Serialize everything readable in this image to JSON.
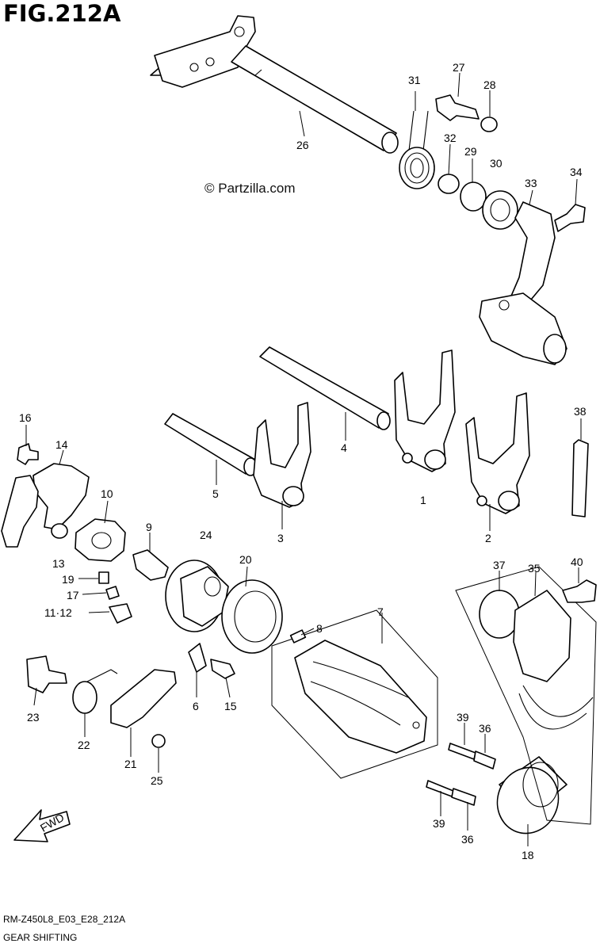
{
  "figure": {
    "title": "FIG.212A",
    "watermark": "© Partzilla.com",
    "model_code": "RM-Z450L8_E03_E28_212A",
    "description": "GEAR SHIFTING",
    "fwd_label": "FWD"
  },
  "callouts": {
    "c1": "1",
    "c2": "2",
    "c3": "3",
    "c4": "4",
    "c5": "5",
    "c6": "6",
    "c7": "7",
    "c8": "8",
    "c9": "9",
    "c10": "10",
    "c11_12": "11·12",
    "c13": "13",
    "c14": "14",
    "c15": "15",
    "c16": "16",
    "c17": "17",
    "c18": "18",
    "c19": "19",
    "c20": "20",
    "c21": "21",
    "c22": "22",
    "c23": "23",
    "c24": "24",
    "c25": "25",
    "c26": "26",
    "c27": "27",
    "c28": "28",
    "c29": "29",
    "c30": "30",
    "c31": "31",
    "c32": "32",
    "c33": "33",
    "c34": "34",
    "c35": "35",
    "c36a": "36",
    "c36b": "36",
    "c37": "37",
    "c38": "38",
    "c39a": "39",
    "c39b": "39",
    "c40": "40"
  }
}
